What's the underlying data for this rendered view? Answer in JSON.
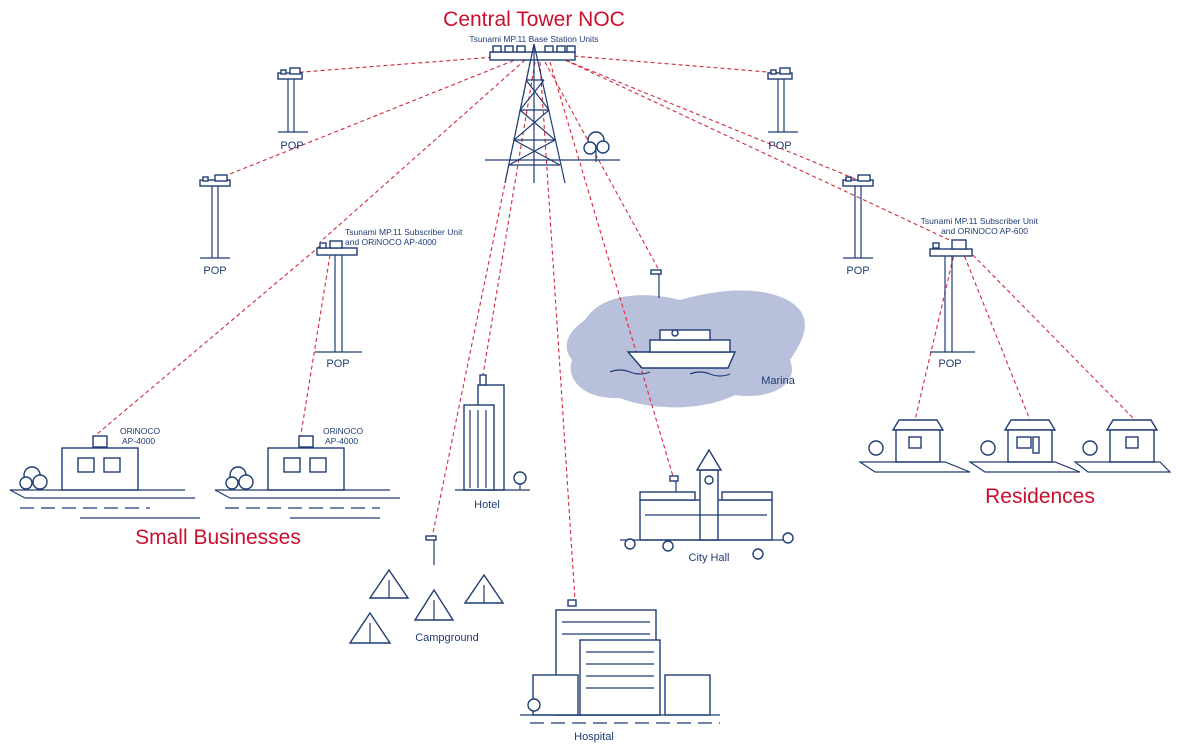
{
  "title": "Central Tower NOC",
  "base_station_caption": "Tsunami MP.11 Base Station Units",
  "pop_label": "POP",
  "subscriber_left_line1": "Tsunami MP.11 Subscriber Unit",
  "subscriber_left_line2": "and ORiNOCO AP-4000",
  "subscriber_right_line1": "Tsunami MP.11 Subscriber Unit",
  "subscriber_right_line2": "and ORiNOCO AP-600",
  "orinoco": "ORiNOCO",
  "ap4000": "AP-4000",
  "small_businesses": "Small Businesses",
  "residences": "Residences",
  "hotel": "Hotel",
  "city_hall": "City Hall",
  "campground": "Campground",
  "hospital": "Hospital",
  "marina": "Marina",
  "colors": {
    "accent": "#c8102e",
    "line": "#1f3c74",
    "water": "#b9c0dc",
    "link": "#d12a3c"
  }
}
